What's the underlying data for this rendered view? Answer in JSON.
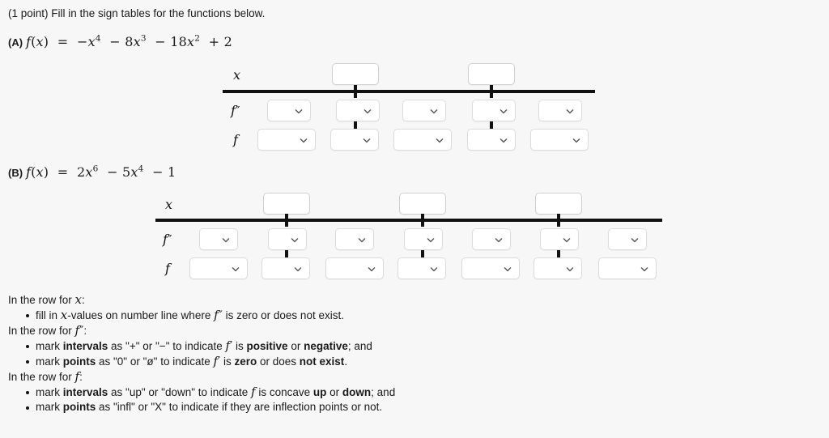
{
  "prompt": "(1 point) Fill in the sign tables for the functions below.",
  "problems": [
    {
      "tag": "(A)",
      "function_text": "f(x) = −x⁴ − 8x³ − 18x² + 2",
      "fx_lhs": "f(x)",
      "equals": "=",
      "terms": [
        {
          "sign": "−",
          "coef": "",
          "var": "x",
          "exp": "4"
        },
        {
          "sign": "−",
          "coef": "8",
          "var": "x",
          "exp": "3"
        },
        {
          "sign": "−",
          "coef": "18",
          "var": "x",
          "exp": "2"
        },
        {
          "sign": "+",
          "coef": "2",
          "var": "",
          "exp": ""
        }
      ],
      "row_labels": {
        "x": "x",
        "fpp": "f″",
        "f": "f"
      },
      "x_inputs": [
        {
          "value": "",
          "placeholder": ""
        },
        {
          "value": "",
          "placeholder": ""
        }
      ],
      "fpp_selects": [
        {
          "value": ""
        },
        {
          "value": ""
        },
        {
          "value": ""
        },
        {
          "value": ""
        },
        {
          "value": ""
        }
      ],
      "f_selects": [
        {
          "value": ""
        },
        {
          "value": ""
        },
        {
          "value": ""
        },
        {
          "value": ""
        },
        {
          "value": ""
        }
      ]
    },
    {
      "tag": "(B)",
      "function_text": "f(x) = 2x⁶ − 5x⁴ − 1",
      "fx_lhs": "f(x)",
      "equals": "=",
      "terms": [
        {
          "sign": "",
          "coef": "2",
          "var": "x",
          "exp": "6"
        },
        {
          "sign": "−",
          "coef": "5",
          "var": "x",
          "exp": "4"
        },
        {
          "sign": "−",
          "coef": "1",
          "var": "",
          "exp": ""
        }
      ],
      "row_labels": {
        "x": "x",
        "fpp": "f″",
        "f": "f"
      },
      "x_inputs": [
        {
          "value": "",
          "placeholder": ""
        },
        {
          "value": "",
          "placeholder": ""
        },
        {
          "value": "",
          "placeholder": ""
        }
      ],
      "fpp_selects": [
        {
          "value": ""
        },
        {
          "value": ""
        },
        {
          "value": ""
        },
        {
          "value": ""
        },
        {
          "value": ""
        },
        {
          "value": ""
        },
        {
          "value": ""
        }
      ],
      "f_selects": [
        {
          "value": ""
        },
        {
          "value": ""
        },
        {
          "value": ""
        },
        {
          "value": ""
        },
        {
          "value": ""
        },
        {
          "value": ""
        },
        {
          "value": ""
        }
      ]
    }
  ],
  "instructions": [
    {
      "heading_pre": "In the row for ",
      "heading_sym": "x",
      "heading_post": ":",
      "bullets": [
        {
          "parts": [
            {
              "t": "fill in ",
              "style": "plain"
            },
            {
              "t": "x",
              "style": "math"
            },
            {
              "t": "-values on number line where ",
              "style": "plain"
            },
            {
              "t": "f″",
              "style": "math"
            },
            {
              "t": " is zero or does not exist.",
              "style": "plain"
            }
          ]
        }
      ]
    },
    {
      "heading_pre": "In the row for ",
      "heading_sym": "f″",
      "heading_post": ":",
      "bullets": [
        {
          "parts": [
            {
              "t": "mark ",
              "style": "plain"
            },
            {
              "t": "intervals",
              "style": "bold"
            },
            {
              "t": " as \"+\" or \"−\" to indicate ",
              "style": "plain"
            },
            {
              "t": "f′",
              "style": "math"
            },
            {
              "t": " is ",
              "style": "plain"
            },
            {
              "t": "positive",
              "style": "bold"
            },
            {
              "t": " or ",
              "style": "plain"
            },
            {
              "t": "negative",
              "style": "bold"
            },
            {
              "t": "; and",
              "style": "plain"
            }
          ]
        },
        {
          "parts": [
            {
              "t": "mark ",
              "style": "plain"
            },
            {
              "t": "points",
              "style": "bold"
            },
            {
              "t": " as \"0\" or \"ø\" to indicate ",
              "style": "plain"
            },
            {
              "t": "f′",
              "style": "math"
            },
            {
              "t": " is ",
              "style": "plain"
            },
            {
              "t": "zero",
              "style": "bold"
            },
            {
              "t": " or does ",
              "style": "plain"
            },
            {
              "t": "not exist",
              "style": "bold"
            },
            {
              "t": ".",
              "style": "plain"
            }
          ]
        }
      ]
    },
    {
      "heading_pre": "In the row for ",
      "heading_sym": "f",
      "heading_post": ":",
      "bullets": [
        {
          "parts": [
            {
              "t": "mark ",
              "style": "plain"
            },
            {
              "t": "intervals",
              "style": "bold"
            },
            {
              "t": " as \"up\" or \"down\" to indicate ",
              "style": "plain"
            },
            {
              "t": "f",
              "style": "math"
            },
            {
              "t": " is concave ",
              "style": "plain"
            },
            {
              "t": "up",
              "style": "bold"
            },
            {
              "t": " or ",
              "style": "plain"
            },
            {
              "t": "down",
              "style": "bold"
            },
            {
              "t": "; and",
              "style": "plain"
            }
          ]
        },
        {
          "parts": [
            {
              "t": "mark ",
              "style": "plain"
            },
            {
              "t": "points",
              "style": "bold"
            },
            {
              "t": " as \"infl\" or \"X\" to indicate if they are inflection points or not.",
              "style": "plain"
            }
          ]
        }
      ]
    }
  ],
  "colors": {
    "page_background": "#f7f7f7",
    "text": "#1a1a1a",
    "number_line": "#111111",
    "field_background": "#ffffff",
    "field_border": "#dcdcdc"
  },
  "icons": {
    "chevron_down": "chevron-down-icon"
  }
}
